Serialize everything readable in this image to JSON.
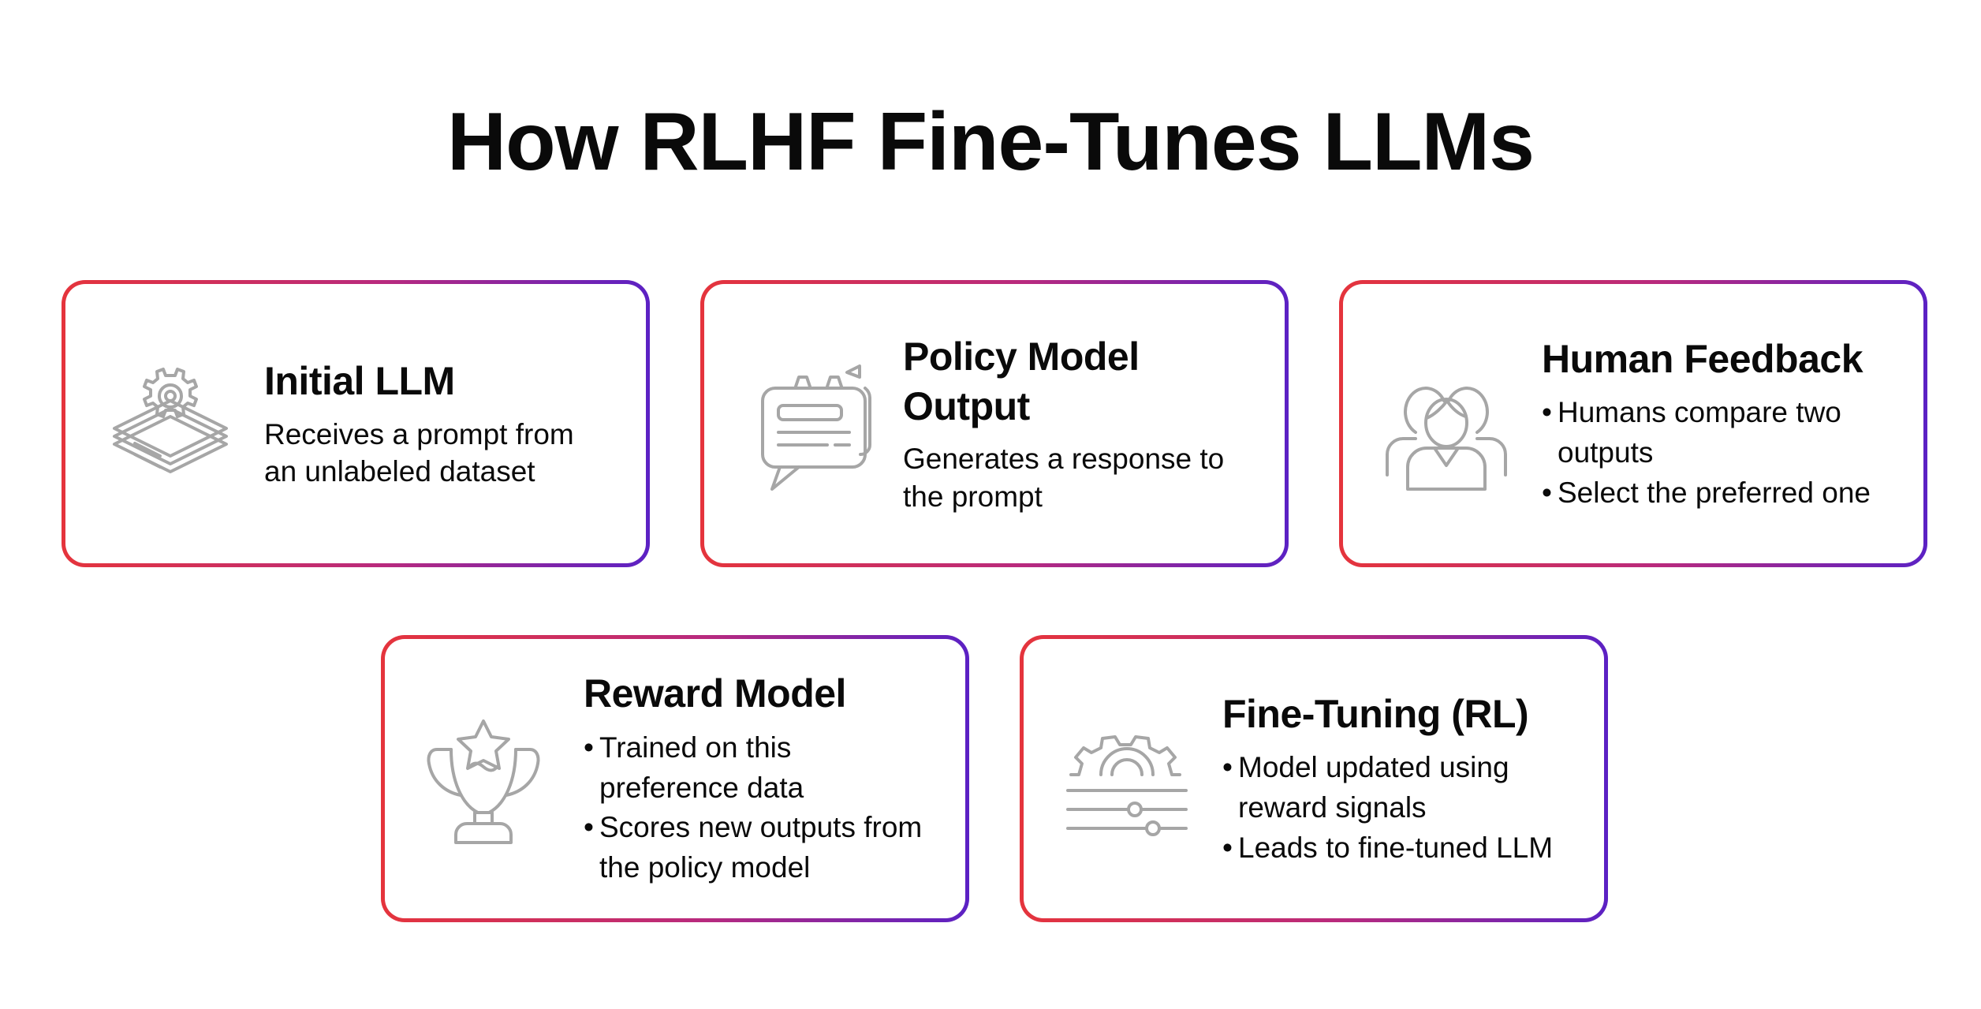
{
  "title": "How RLHF Fine-Tunes LLMs",
  "colors": {
    "border_start": "#e5343c",
    "border_end": "#5b21c4",
    "icon": "#a6a6a6",
    "text": "#0a0a0a"
  },
  "cards": [
    {
      "icon": "stacked-layers-gear-icon",
      "title": "Initial LLM",
      "description": "Receives a prompt from an unlabeled dataset"
    },
    {
      "icon": "chat-bubble-gear-icon",
      "title": "Policy Model Output",
      "description": "Generates a response to the prompt"
    },
    {
      "icon": "people-group-icon",
      "title": "Human Feedback",
      "bullets": [
        "Humans compare two outputs",
        "Select the preferred one"
      ]
    },
    {
      "icon": "trophy-star-icon",
      "title": "Reward Model",
      "bullets": [
        "Trained on this preference data",
        "Scores new outputs from the policy model"
      ]
    },
    {
      "icon": "gear-sliders-icon",
      "title": "Fine-Tuning (RL)",
      "bullets": [
        "Model updated using reward signals",
        "Leads to fine-tuned LLM"
      ]
    }
  ]
}
